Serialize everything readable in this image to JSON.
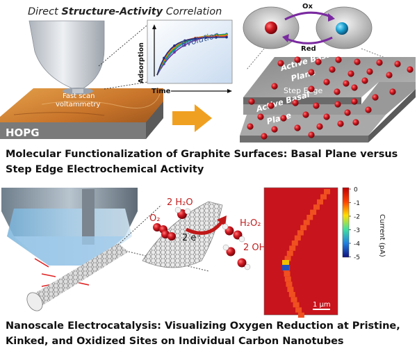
{
  "top_panel": {
    "header": "Direct Structure-Activity Correlation",
    "header_parts": [
      "Direct ",
      "Structure-Activity",
      " Correlation"
    ],
    "probe_label_line1": "Fast scan",
    "probe_label_line2": "voltammetry",
    "substrate_label": "HOPG",
    "plot_ylabel": "Adsorption",
    "plot_xlabel": "Time",
    "plot_annotation": "Evolution",
    "redox_ox": "Ox",
    "redox_red": "Red",
    "terrace_top_label_1": "Active Basal",
    "terrace_top_label_2": "Plane",
    "step_label": "Step Edge",
    "terrace_bottom_label_1": "Active Basal",
    "terrace_bottom_label_2": "Plane"
  },
  "caption_1_line1": "Molecular Functionalization of Graphite Surfaces: Basal Plane versus",
  "caption_1_line2": "Step Edge Electrochemical Activity",
  "bottom_panel": {
    "water_label": "2 H₂O",
    "oxygen_label": "O₂",
    "electron_label": "2 e⁻",
    "peroxide_label": "H₂O₂",
    "hydroxide_label": "2 OH⁻",
    "scale_bar_label": "1 µm",
    "colorbar_title": "Current (pA)",
    "colorbar_ticks": [
      "0",
      "-1",
      "-2",
      "-3",
      "-4",
      "-5"
    ]
  },
  "caption_2_line1": "Nanoscale Electrocatalysis: Visualizing Oxygen Reduction at Pristine,",
  "caption_2_line2": "Kinked, and Oxidized Sites on Individual Carbon Nanotubes",
  "colors": {
    "hopg_orange": "#c8742a",
    "arrow_orange": "#f0a020",
    "probe_gray": "#c7ccd3",
    "molecule_red": "#c0121c",
    "molecule_blue": "#1aa0d0",
    "map_red": "#c8141c",
    "map_track": "#f04020"
  }
}
